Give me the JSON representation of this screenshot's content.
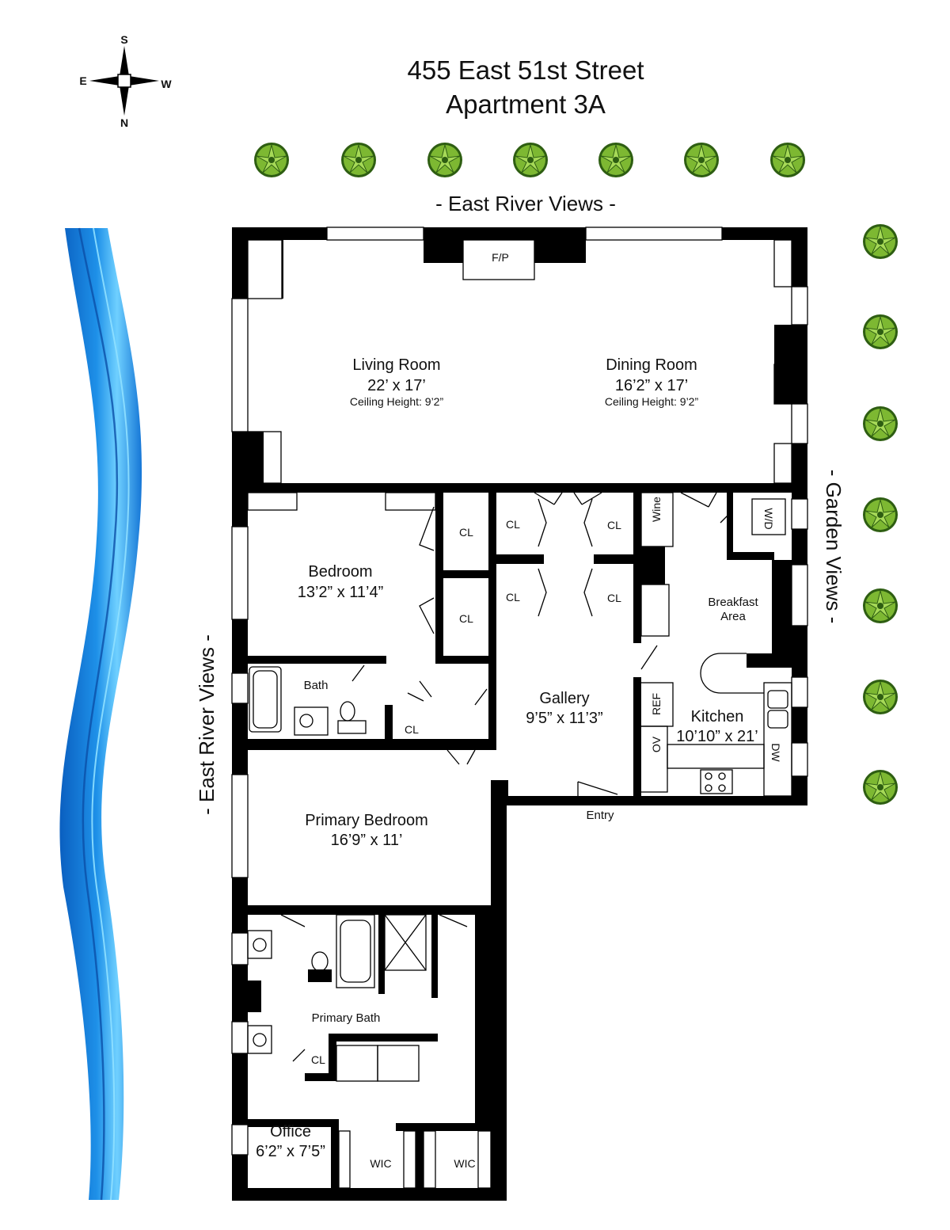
{
  "title": {
    "line1": "455 East 51st Street",
    "line2": "Apartment 3A"
  },
  "compass": {
    "s": "S",
    "e": "E",
    "w": "W",
    "n": "N"
  },
  "views": {
    "top": "- East River Views -",
    "left": "- East River Views -",
    "right": "- Garden Views -"
  },
  "rooms": {
    "living": {
      "name": "Living Room",
      "size": "22’ x 17’",
      "ceiling": "Ceiling Height: 9’2”"
    },
    "dining": {
      "name": "Dining Room",
      "size": "16’2” x 17’",
      "ceiling": "Ceiling Height: 9’2”"
    },
    "bedroom": {
      "name": "Bedroom",
      "size": "13’2” x 11’4”"
    },
    "bath": {
      "name": "Bath"
    },
    "gallery": {
      "name": "Gallery",
      "size": "9’5” x 11’3”"
    },
    "breakfast": {
      "line1": "Breakfast",
      "line2": "Area"
    },
    "kitchen": {
      "name": "Kitchen",
      "size": "10’10” x 21’"
    },
    "primary_bedroom": {
      "name": "Primary Bedroom",
      "size": "16’9” x 11’"
    },
    "primary_bath": {
      "name": "Primary Bath"
    },
    "office": {
      "name": "Office",
      "size": "6’2” x 7’5”"
    }
  },
  "fixtures": {
    "fp": "F/P",
    "cl": "CL",
    "wine": "Wine",
    "wd": "W/D",
    "ref": "REF",
    "ov": "OV",
    "dw": "DW",
    "wic": "WIC",
    "entry": "Entry"
  },
  "colors": {
    "tree_fill": "#7db832",
    "tree_dark": "#2e5e12",
    "river_deep": "#0a5fc0",
    "river_mid": "#1e90e8",
    "river_light": "#6fd0ff"
  }
}
